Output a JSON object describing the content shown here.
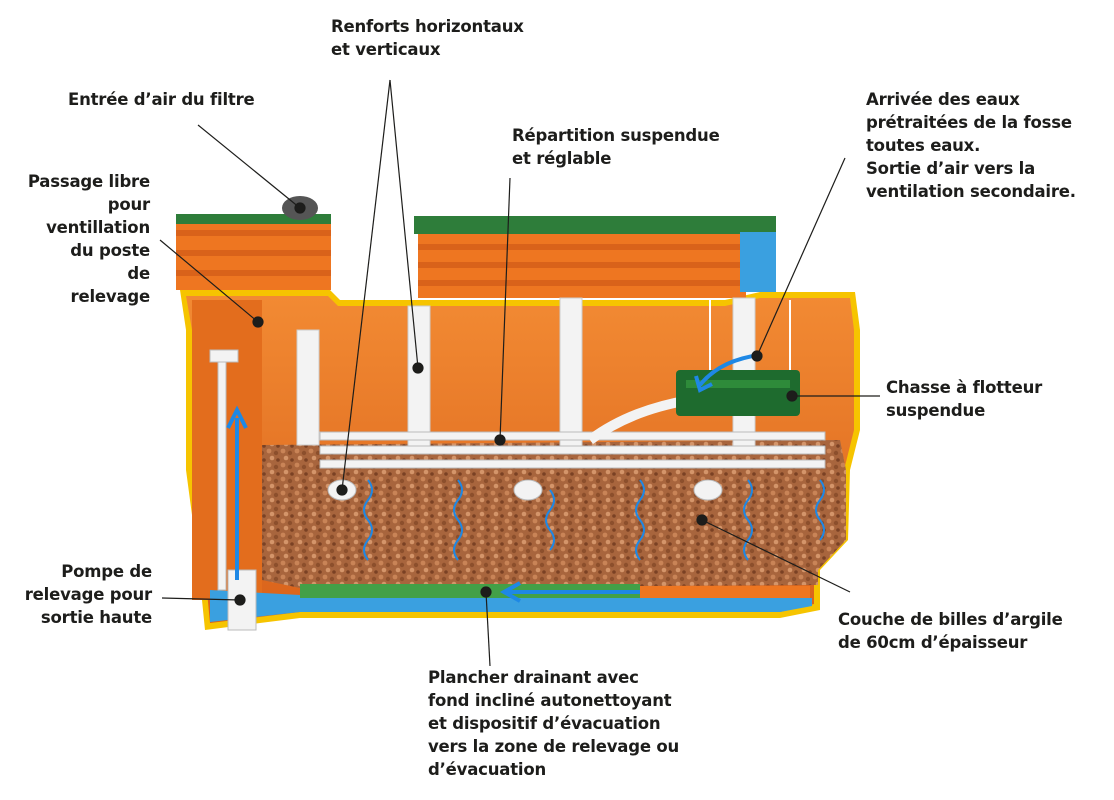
{
  "colors": {
    "tank_orange": "#ee7621",
    "tank_dark": "#c95612",
    "lid_green": "#2e7d3a",
    "gravel": "#a8653d",
    "pipe_white": "#f3f3f3",
    "flow_blue": "#1e88e5",
    "outline_yellow": "#f6c400",
    "label_text": "#1d1d1b"
  },
  "labels": {
    "renforts": "Renforts horizontaux\net verticaux",
    "entree_air": "Entrée d’air du filtre",
    "passage_libre": "Passage libre\npour\nventillation\ndu poste\nde\nrelevage",
    "repartition": "Répartition suspendue\net réglable",
    "arrivee": "Arrivée des eaux\nprétraitées de la fosse\ntoutes eaux.\nSortie d’air vers la\nventilation secondaire.",
    "chasse": "Chasse à flotteur\nsuspendue",
    "pompe": "Pompe de\nrelevage pour\nsortie haute",
    "couche": "Couche de billes d’argile\nde 60cm d’épaisseur",
    "plancher": "Plancher drainant avec\nfond incliné autonettoyant\net dispositif d’évacuation\nvers la zone de relevage ou\nd’évacuation"
  }
}
